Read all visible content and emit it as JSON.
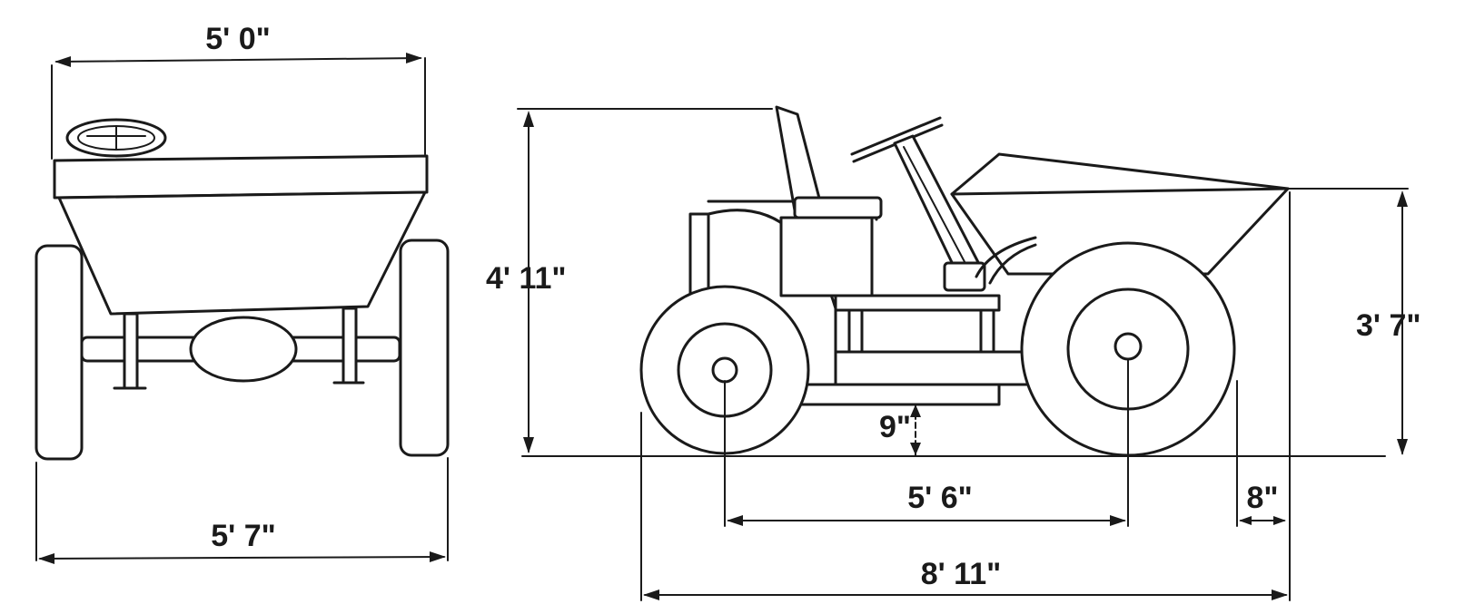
{
  "dimensions": {
    "rear_top_width": "5' 0\"",
    "rear_wheel_track": "5' 7\"",
    "overall_height": "4' 11\"",
    "skip_height": "3' 7\"",
    "ground_clearance": "9\"",
    "wheelbase": "5' 6\"",
    "rear_overhang": "8\"",
    "overall_length": "8' 11\""
  }
}
